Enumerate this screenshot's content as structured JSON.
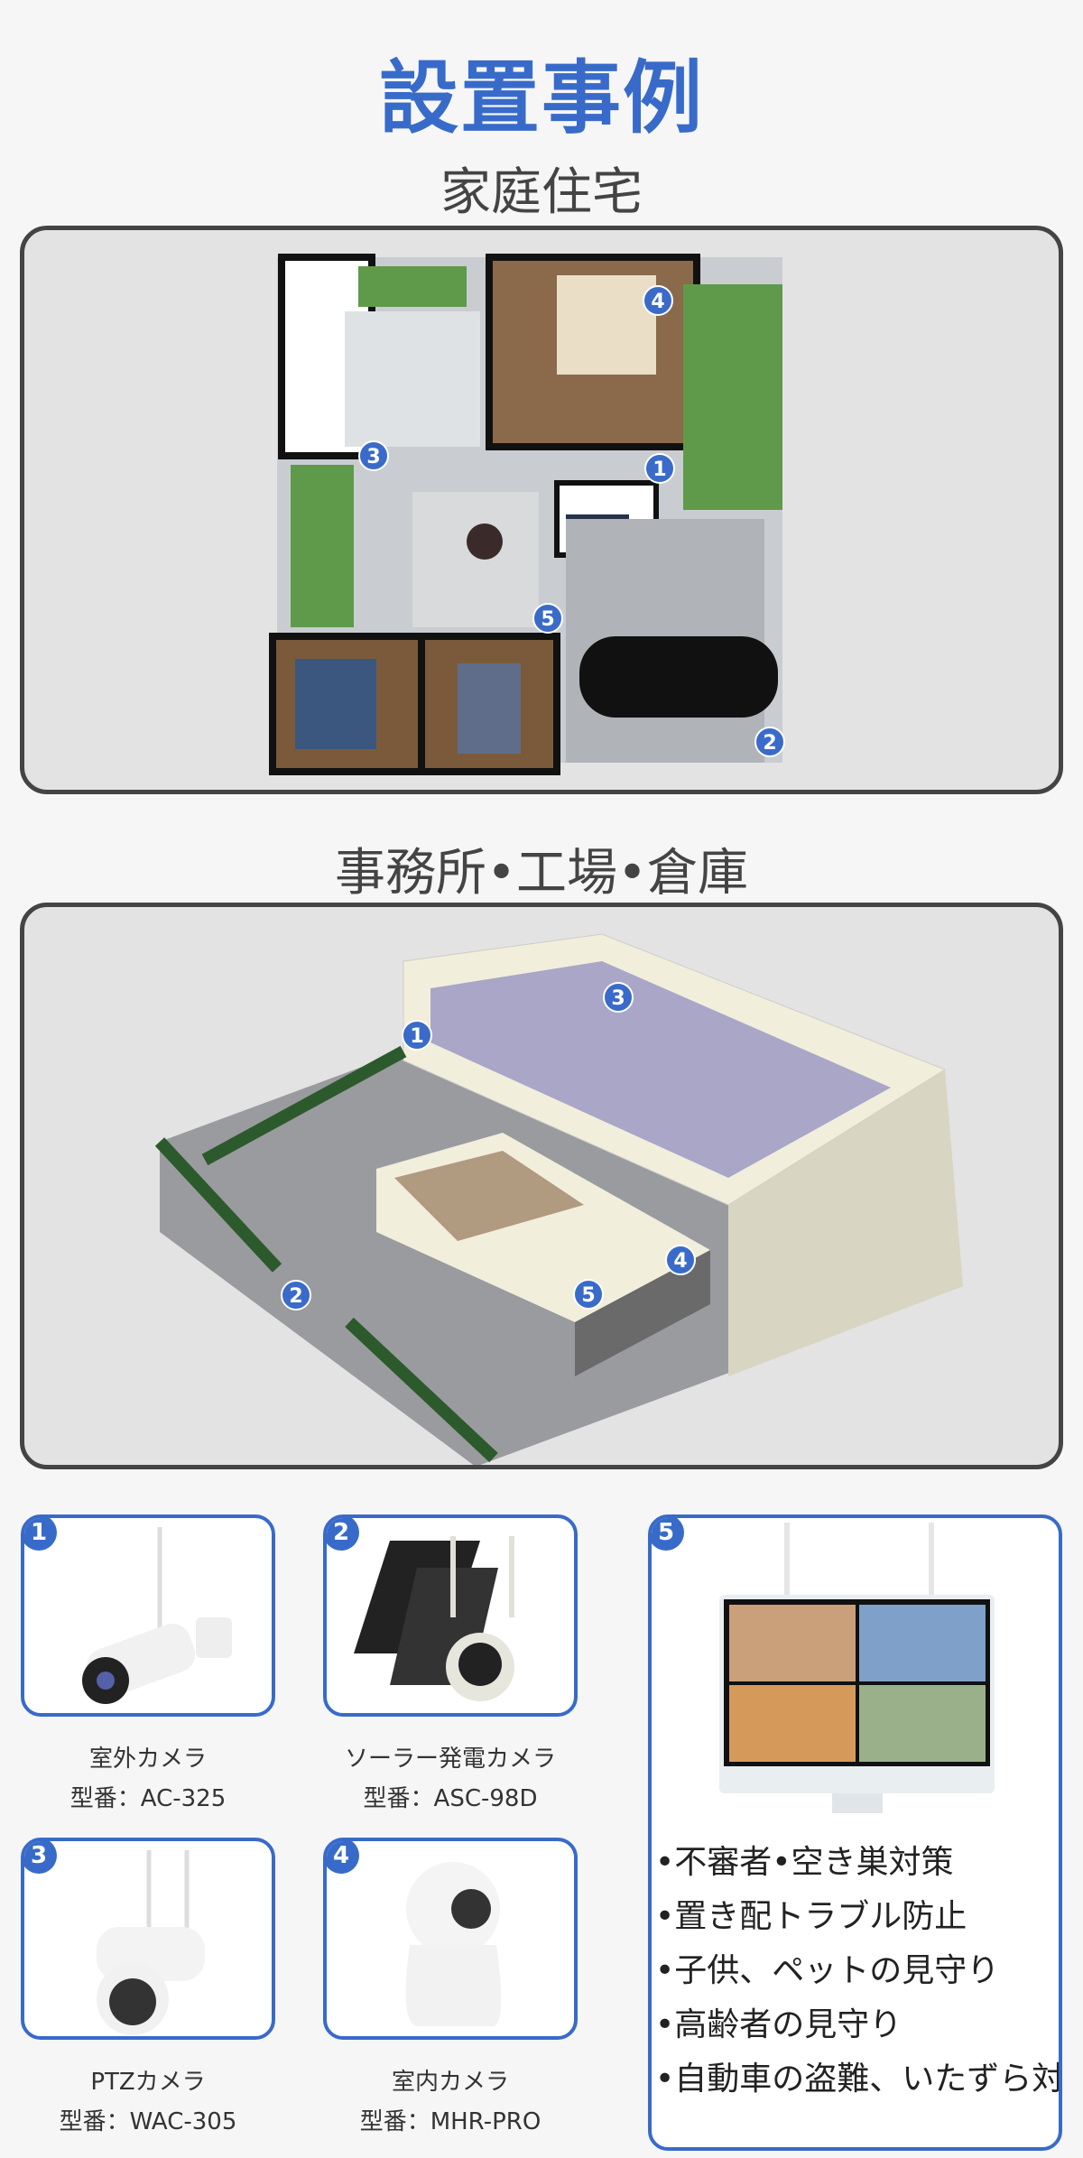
{
  "title": "設置事例",
  "sections": [
    {
      "title": "家庭住宅",
      "markers": [
        "1",
        "2",
        "3",
        "4",
        "5"
      ]
    },
    {
      "title": "事務所•工場•倉庫",
      "markers": [
        "1",
        "2",
        "3",
        "4",
        "5"
      ]
    }
  ],
  "products": [
    {
      "num": "1",
      "name": "室外カメラ",
      "model": "型番：AC-325"
    },
    {
      "num": "2",
      "name": "ソーラー発電カメラ",
      "model": "型番：ASC-98D"
    },
    {
      "num": "3",
      "name": "PTZカメラ",
      "model": "型番：WAC-305"
    },
    {
      "num": "4",
      "name": "室内カメラ",
      "model": "型番：MHR-PRO"
    }
  ],
  "monitor": {
    "num": "5",
    "bullets": [
      "•不審者•空き巣対策",
      "•置き配トラブル防止",
      "•子供、ペットの見守り",
      "•高齢者の見守り",
      "•自動車の盗難、いたずら対策"
    ]
  },
  "colors": {
    "accent": "#386bc9",
    "text": "#444444"
  }
}
